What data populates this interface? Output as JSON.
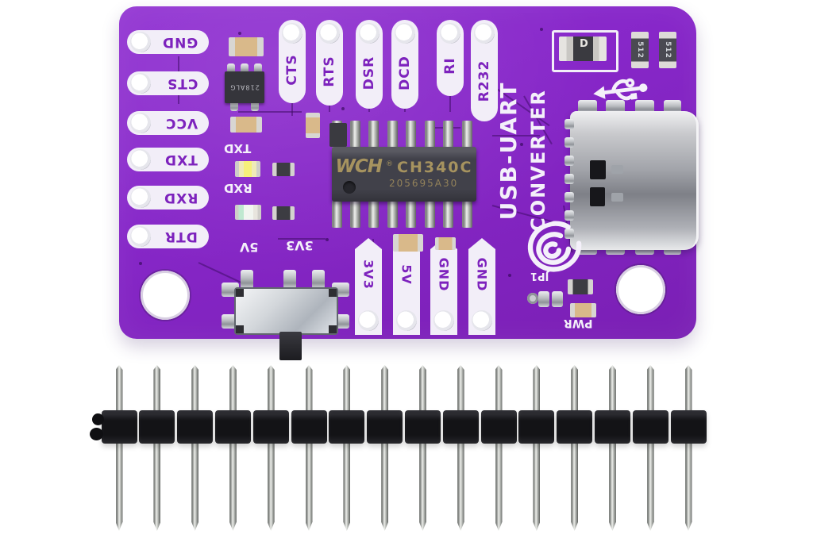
{
  "scene": {
    "description": "Photo of a purple CH340C USB-UART converter PCB with USB-C connector, above a 16-pin male header strip",
    "background_color": "#ffffff"
  },
  "board": {
    "title_line1": "USB-UART",
    "title_line2": "CONVERTER",
    "color": "#8727c9",
    "silkscreen_color": "#f2eef8",
    "left_pins": [
      "GND",
      "CTS",
      "VCC",
      "TXD",
      "RXD",
      "DTR"
    ],
    "top_pins": [
      "CTS",
      "RTS",
      "DSR",
      "DCD",
      "RI",
      "R232"
    ],
    "bottom_pins": [
      "3V3",
      "5V",
      "GND",
      "GND"
    ],
    "switch_labels": [
      "3V3",
      "5V"
    ],
    "led_labels": [
      "TXD",
      "RXD"
    ],
    "jumper_label_top": "JP1",
    "jumper_label_bottom": "PWR",
    "diode_marking": "D",
    "resistor_markings": [
      "512",
      "512"
    ],
    "regulator_marking": "218ALG",
    "icons": [
      "usb-trident-icon",
      "spiral-logo-icon"
    ]
  },
  "chip": {
    "brand": "WCH",
    "registered": "®",
    "part_number": "CH340C",
    "lot_code": "205695A30",
    "pins_per_side": 8
  },
  "header_strip": {
    "pin_count": 16,
    "plastic_color": "#141416",
    "pin_color": "#c9ccc8"
  }
}
